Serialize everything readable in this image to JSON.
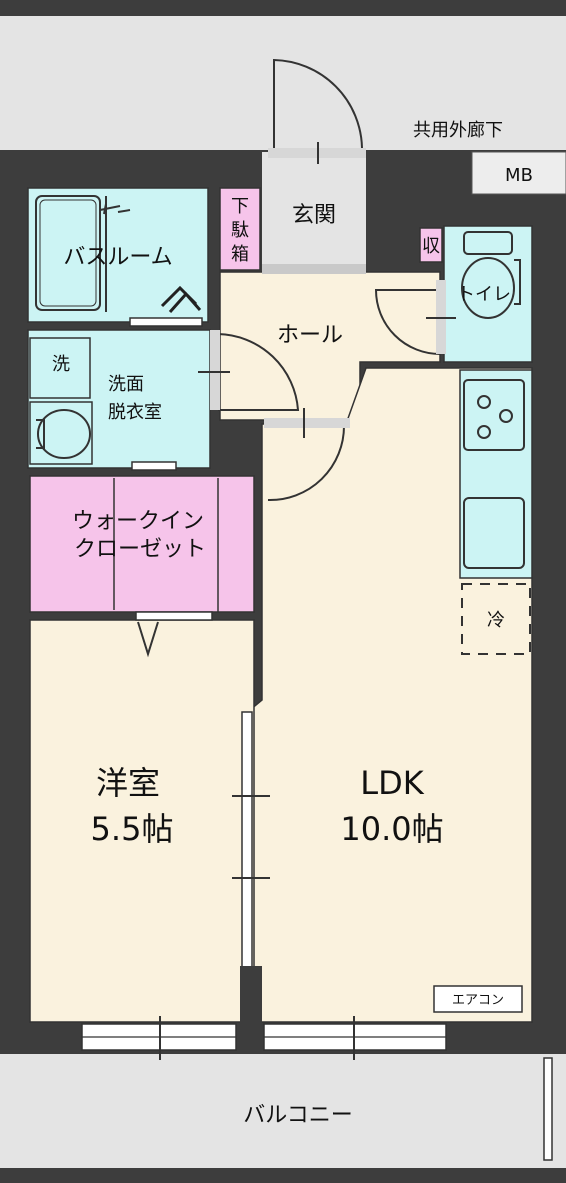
{
  "colors": {
    "wall": "#3d3d3d",
    "outside": "#e4e4e4",
    "room": "#faf2de",
    "wet": "#ccf4f4",
    "closet": "#f6c4ea",
    "door_light": "#d7d7d7"
  },
  "labels": {
    "corridor": "共用外廊下",
    "mb": "MB",
    "entrance": "玄関",
    "shoe_storage": [
      "下",
      "駄",
      "箱"
    ],
    "storage": "収",
    "bathroom": "バスルーム",
    "toilet": "トイレ",
    "hall": "ホール",
    "washing_machine": "洗",
    "washroom": [
      "洗面",
      "脱衣室"
    ],
    "fridge": "冷",
    "walk_in_closet": [
      "ウォークイン",
      "クローゼット"
    ],
    "western_room": [
      "洋室",
      "5.5帖"
    ],
    "ldk": [
      "LDK",
      "10.0帖"
    ],
    "aircon": "エアコン",
    "balcony": "バルコニー"
  }
}
